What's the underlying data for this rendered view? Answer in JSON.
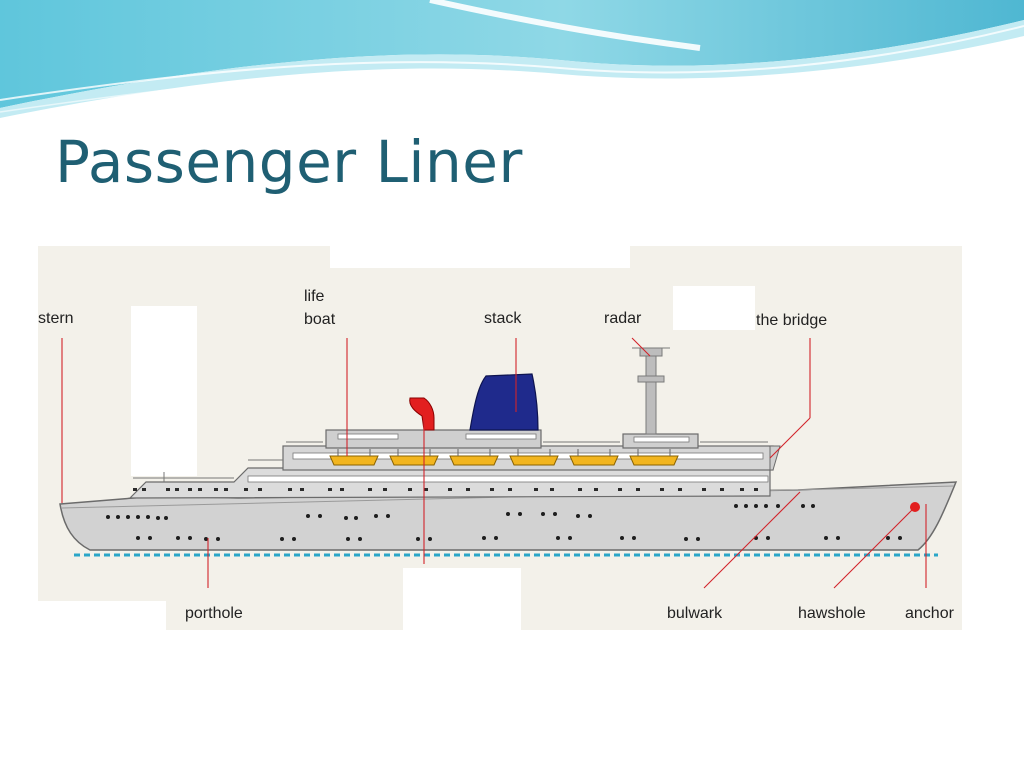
{
  "slide": {
    "title": "Passenger Liner"
  },
  "diagram": {
    "labels": {
      "stern": "stern",
      "life_boat_line1": "life",
      "life_boat_line2": "boat",
      "stack": "stack",
      "radar": "radar",
      "bridge": "the bridge",
      "porthole": "porthole",
      "bulwark": "bulwark",
      "hawshole": "hawshole",
      "anchor": "anchor"
    },
    "colors": {
      "title": "#1f5f73",
      "hull": "#d2d2d2",
      "stack": "#1f2a8c",
      "lifeboat": "#f2b51f",
      "vent": "#e21f1f",
      "water": "#2aa6c8",
      "leader": "#d2232a"
    }
  }
}
